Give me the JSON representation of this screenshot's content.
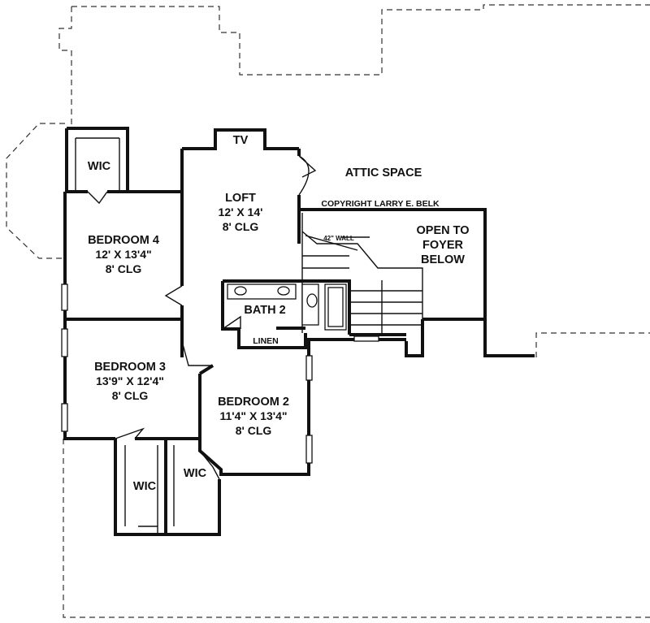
{
  "labels": {
    "attic": "ATTIC SPACE",
    "copyright": "COPYRIGHT LARRY E. BELK",
    "tv": "TV",
    "wall_note": "42\" WALL",
    "loft": {
      "name": "LOFT",
      "size": "12' X 14'",
      "clg": "8' CLG"
    },
    "open_foyer": {
      "l1": "OPEN TO",
      "l2": "FOYER",
      "l3": "BELOW"
    },
    "bedroom4": {
      "name": "BEDROOM 4",
      "size": "12' X 13'4\"",
      "clg": "8' CLG"
    },
    "bedroom3": {
      "name": "BEDROOM 3",
      "size": "13'9\" X 12'4\"",
      "clg": "8' CLG"
    },
    "bedroom2": {
      "name": "BEDROOM 2",
      "size": "11'4\" X 13'4\"",
      "clg": "8' CLG"
    },
    "bath2": "BATH 2",
    "linen": "LINEN",
    "wic_bed4": "WIC",
    "wic_bed3": "WIC",
    "wic_bed2": "WIC"
  }
}
